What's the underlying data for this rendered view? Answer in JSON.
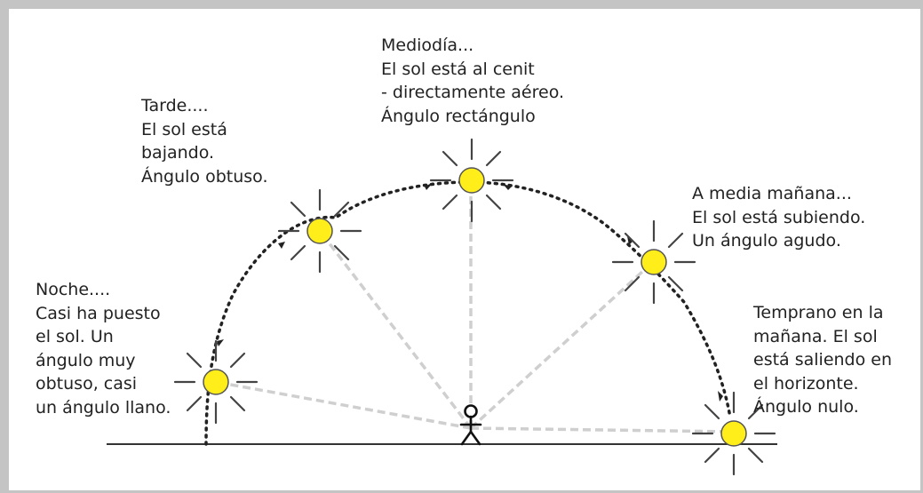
{
  "colors": {
    "border": "#c4c4c4",
    "sun_fill": "#ffee1a",
    "sun_stroke": "#555555",
    "ray": "#444444",
    "angle_line": "#cfcfcf",
    "arc_dots": "#222222",
    "ground": "#333333",
    "text": "#222222"
  },
  "icons": {
    "sun": "sun-icon",
    "person": "stick-figure-icon"
  },
  "labels": {
    "noon": [
      "Mediodía...",
      "El sol está al cenit",
      "- directamente aéreo.",
      "Ángulo rectángulo"
    ],
    "afternoon": [
      "Tarde....",
      "El sol está",
      "bajando.",
      "Ángulo obtuso."
    ],
    "night": [
      "Noche....",
      "Casi ha puesto",
      "el sol. Un",
      "ángulo muy",
      "obtuso, casi",
      "un ángulo llano."
    ],
    "midmorning": [
      "A media mañana...",
      "El sol está subiendo.",
      "Un ángulo agudo."
    ],
    "early": [
      "Temprano en la",
      "mañana. El sol",
      "está saliendo en",
      "el horizonte.",
      "Ángulo nulo."
    ]
  }
}
